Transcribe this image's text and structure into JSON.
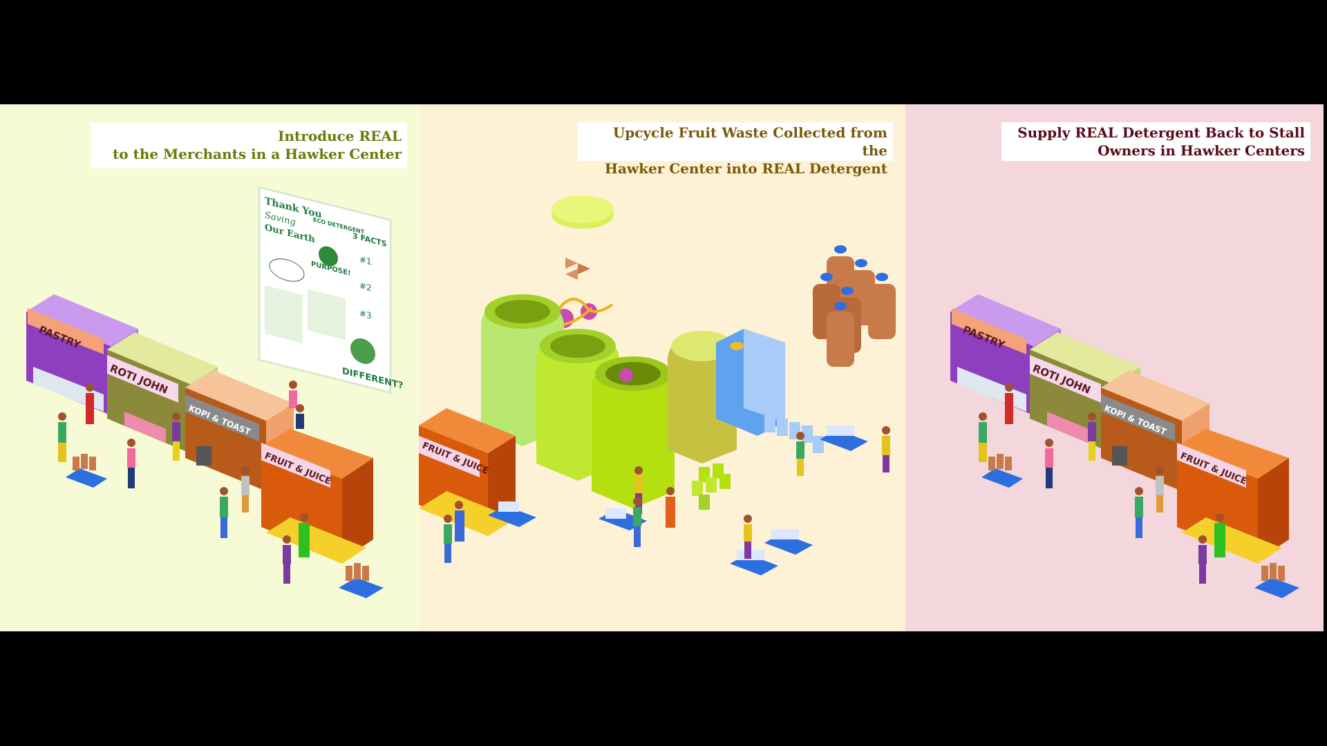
{
  "panels": [
    {
      "title_lines": [
        "Introduce REAL",
        "to the Merchants in a Hawker Center"
      ],
      "color": "#6b7a0a"
    },
    {
      "title_lines": [
        "Upcycle Fruit Waste Collected from the",
        "Hawker Center into  REAL Detergent"
      ],
      "color": "#7a5a0a"
    },
    {
      "title_lines": [
        "Supply REAL Detergent Back to Stall",
        "Owners in Hawker Centers"
      ],
      "color": "#5a0a1a"
    }
  ],
  "stalls": {
    "pastry": "PASTRY",
    "roti": "ROTI JOHN",
    "kopi": "KOPI & TOAST",
    "fruit": "FRUIT & JUICE"
  },
  "poster": {
    "thanks": "Thank You",
    "saving": "Saving",
    "our_earth": "Our Earth",
    "eco": "ECO DETERGENT",
    "facts": "3 FACTS",
    "purpose": "PURPOSE!",
    "n1": "#1",
    "n2": "#2",
    "n3": "#3",
    "different": "DIFFERENT?"
  },
  "colors": {
    "panel1": "#f6fbd6",
    "panel2": "#fdf1d6",
    "panel3": "#f3d7dd",
    "lime": "#c5e82a",
    "bottle": "#c97a4a",
    "cap": "#2d6fe0"
  }
}
